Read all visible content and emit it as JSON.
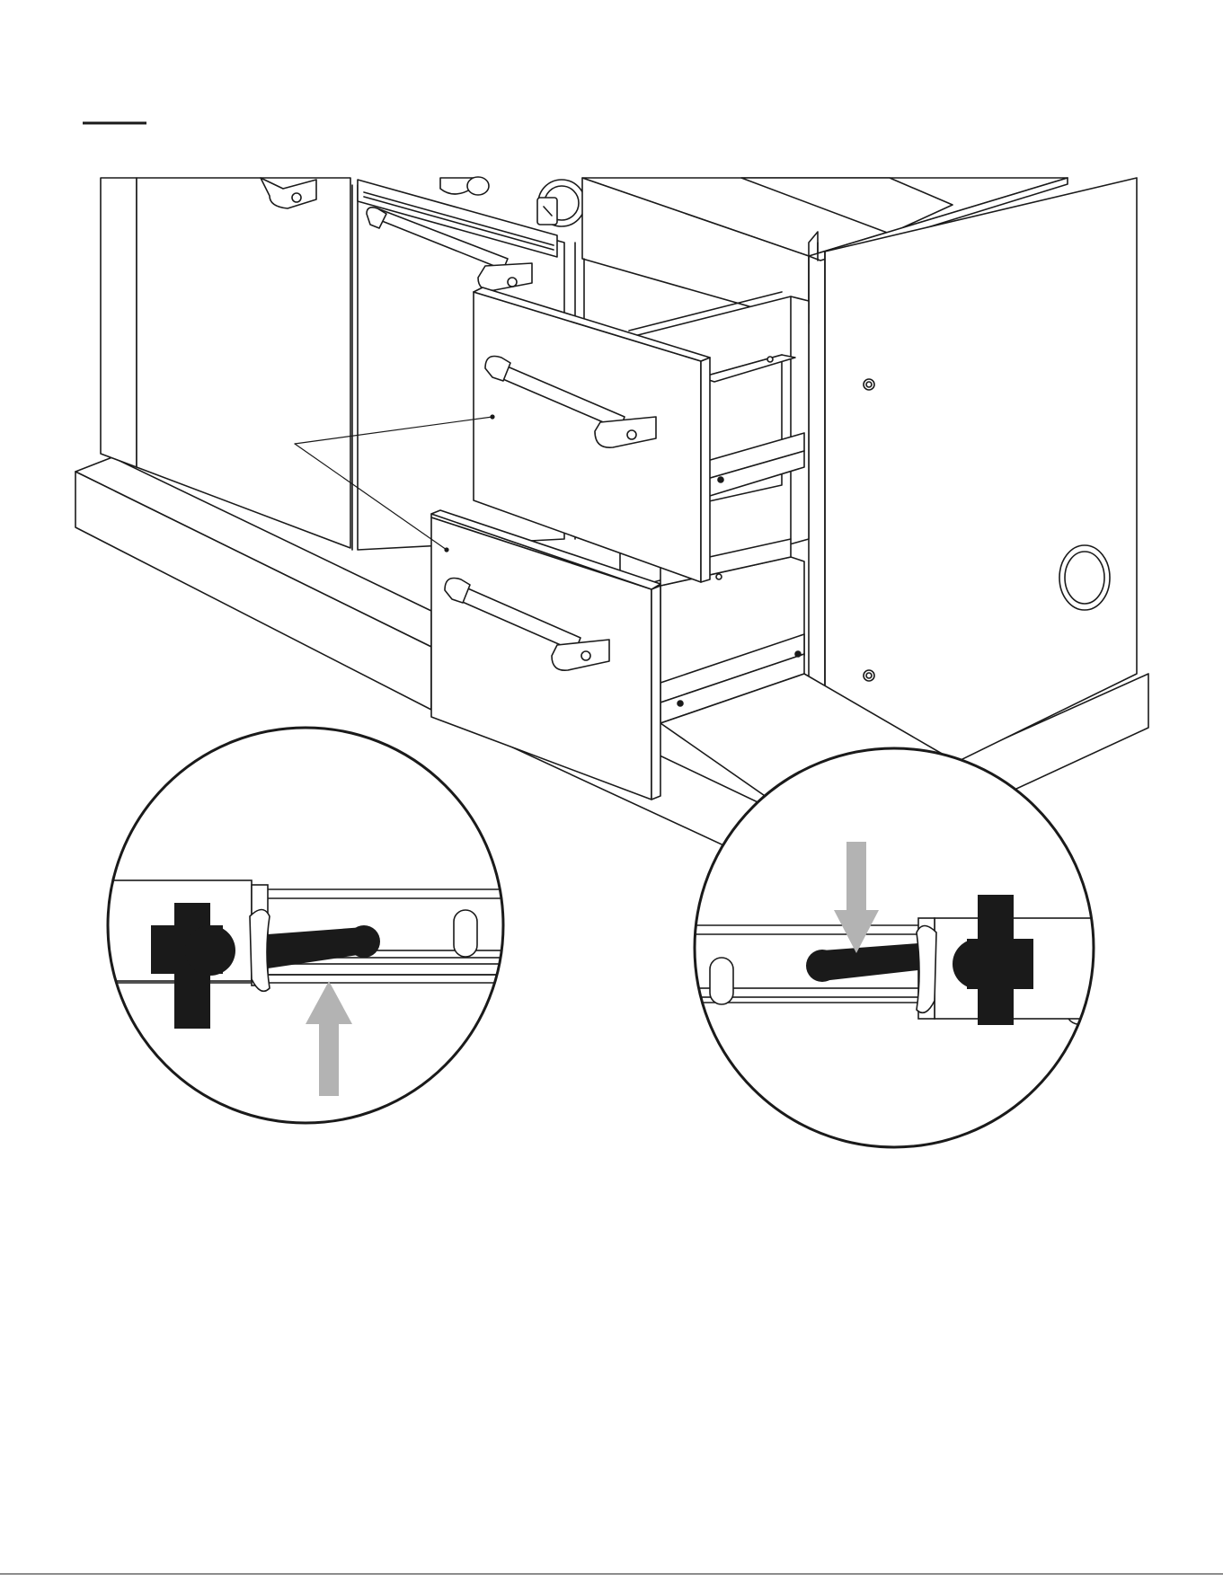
{
  "figure": {
    "description_visible_text": "",
    "colors": {
      "line": "#1a1a1a",
      "fill": "#ffffff",
      "clip": "#1a1a1a",
      "arrow": "#b3b3b3"
    },
    "details": [
      {
        "name": "detail-release-lever-up",
        "arrow_direction": "up"
      },
      {
        "name": "detail-release-lever-down",
        "arrow_direction": "down"
      }
    ]
  },
  "footer": {
    "code": ""
  }
}
